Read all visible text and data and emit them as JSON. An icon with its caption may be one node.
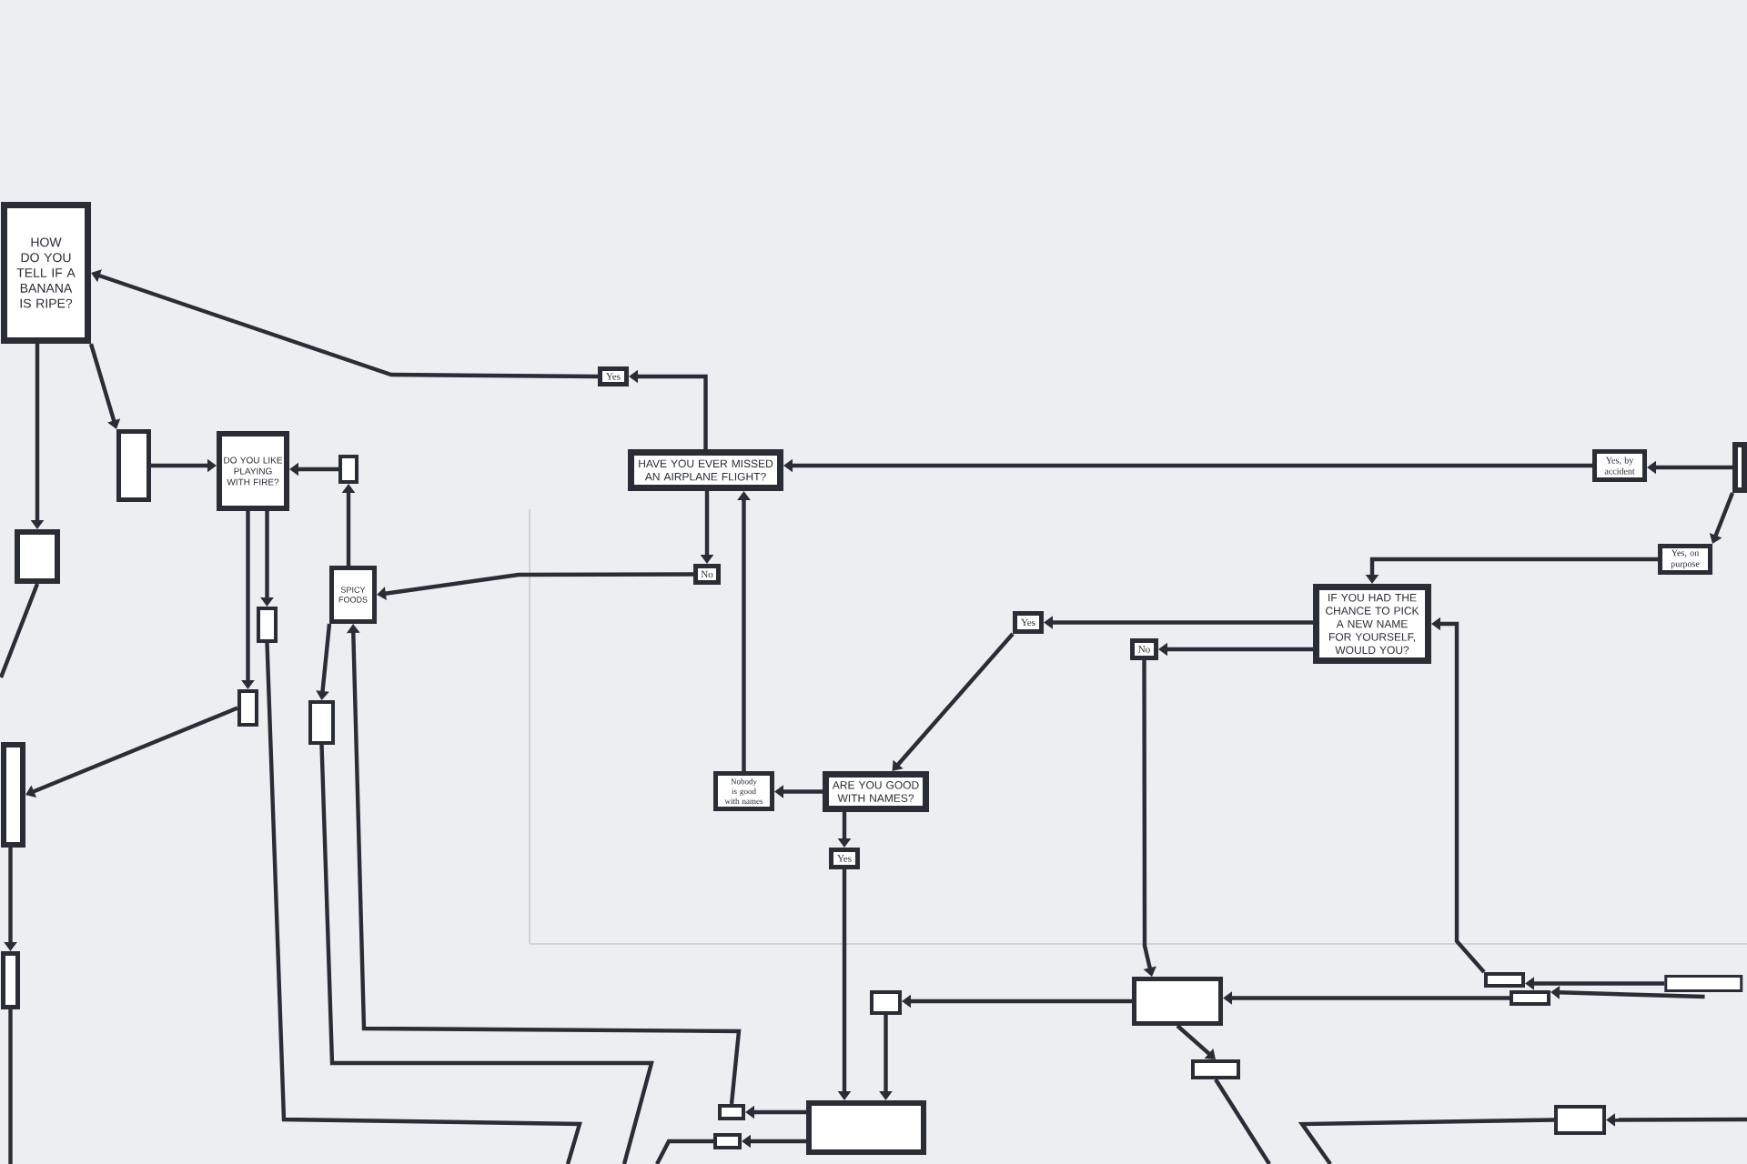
{
  "diagram": {
    "nodes": [
      {
        "text": [
          "HOW DO YOU TELL IF A BANANA IS RIPE?"
        ]
      },
      {
        "text": [
          "Yes"
        ]
      },
      {
        "text": [
          "HAVE YOU EVER MISSED AN AIRPLANE FLIGHT?"
        ]
      },
      {
        "text": [
          "No"
        ]
      },
      {
        "text": [
          "Yes, by accident"
        ]
      },
      {
        "text": [],
        "shape": "box"
      },
      {
        "text": [
          "Yes, on purpose"
        ]
      },
      {
        "text": [
          "IF YOU HAD THE CHANCE TO PICK A NEW NAME FOR YOURSELF, WOULD YOU?"
        ]
      },
      {
        "text": [
          "Yes"
        ]
      },
      {
        "text": [
          "No"
        ]
      },
      {
        "text": [
          "ARE YOU GOOD WITH NAMES?"
        ]
      },
      {
        "text": [
          "Nobody is good with names"
        ]
      },
      {
        "text": [
          "Yes"
        ]
      },
      {
        "text": [],
        "shape": "box"
      },
      {
        "text": [
          "DO YOU LIKE PLAYING WITH FIRE?"
        ]
      },
      {
        "text": [],
        "shape": "box"
      },
      {
        "text": [],
        "shape": "box"
      },
      {
        "text": [
          "SPICY FOODS"
        ]
      },
      {
        "text": [],
        "shape": "box"
      },
      {
        "text": [],
        "shape": "box"
      },
      {
        "text": [],
        "shape": "box"
      },
      {
        "text": [],
        "shape": "box"
      },
      {
        "text": [],
        "shape": "box"
      },
      {
        "text": [],
        "shape": "box"
      },
      {
        "text": [],
        "shape": "box"
      },
      {
        "text": [],
        "shape": "box"
      },
      {
        "text": [],
        "shape": "box"
      },
      {
        "text": [],
        "shape": "box"
      },
      {
        "text": [],
        "shape": "box"
      },
      {
        "text": [],
        "shape": "box"
      },
      {
        "text": [],
        "shape": "box"
      },
      {
        "text": [],
        "shape": "box"
      },
      {
        "text": [],
        "shape": "cylinder"
      }
    ],
    "edges": [
      {
        "from": 1,
        "to": 0,
        "arrow": "to"
      },
      {
        "from": 2,
        "to": 1,
        "arrow": "to"
      },
      {
        "from": 2,
        "to": 3,
        "arrow": "to"
      },
      {
        "from": 3,
        "to": 17,
        "arrow": "to"
      },
      {
        "from": 11,
        "to": 2,
        "arrow": "to"
      },
      {
        "from": 4,
        "to": 2,
        "arrow": "to"
      },
      {
        "from": 5,
        "to": 4,
        "arrow": "to"
      },
      {
        "from": 5,
        "to": 6,
        "arrow": "to"
      },
      {
        "from": 6,
        "to": 7,
        "arrow": "to"
      },
      {
        "from": 7,
        "to": 8,
        "arrow": "to"
      },
      {
        "from": 7,
        "to": 9,
        "arrow": "to"
      },
      {
        "from": 8,
        "to": 10,
        "arrow": "to"
      },
      {
        "from": 10,
        "to": 11,
        "arrow": "to"
      },
      {
        "from": 10,
        "to": 12,
        "arrow": "to"
      },
      {
        "from": 12,
        "to": 24,
        "arrow": "to"
      },
      {
        "from": 9,
        "to": 27,
        "arrow": "to"
      },
      {
        "from": 29,
        "to": 7,
        "arrow": "to"
      },
      {
        "from": 32,
        "to": 29,
        "arrow": "to"
      },
      {
        "from": 32,
        "to": 30,
        "arrow": "to"
      },
      {
        "from": 30,
        "to": 27,
        "arrow": "to"
      },
      {
        "from": 27,
        "to": 23,
        "arrow": "to"
      },
      {
        "from": 23,
        "to": 24,
        "arrow": "to"
      },
      {
        "from": 24,
        "to": 25,
        "arrow": "to"
      },
      {
        "from": 24,
        "to": 26,
        "arrow": "to"
      },
      {
        "from": 25,
        "to": 17,
        "arrow": "to"
      },
      {
        "from": 26,
        "to": null,
        "arrow": "none"
      },
      {
        "from": 20,
        "to": null,
        "arrow": "none"
      },
      {
        "from": 18,
        "to": null,
        "arrow": "none"
      },
      {
        "from": 0,
        "to": 15,
        "arrow": "to"
      },
      {
        "from": 0,
        "to": 16,
        "arrow": "to"
      },
      {
        "from": 15,
        "to": 14,
        "arrow": "to"
      },
      {
        "from": 13,
        "to": 14,
        "arrow": "to"
      },
      {
        "from": 17,
        "to": 13,
        "arrow": "to"
      },
      {
        "from": 14,
        "to": 19,
        "arrow": "to"
      },
      {
        "from": 14,
        "to": 18,
        "arrow": "to"
      },
      {
        "from": 17,
        "to": 20,
        "arrow": "to"
      },
      {
        "from": 19,
        "to": 21,
        "arrow": "to"
      },
      {
        "from": 16,
        "to": null,
        "arrow": "none"
      },
      {
        "from": 21,
        "to": 22,
        "arrow": "to"
      },
      {
        "from": 22,
        "to": null,
        "arrow": "none"
      },
      {
        "from": 27,
        "to": 28,
        "arrow": "to"
      },
      {
        "from": 28,
        "to": null,
        "arrow": "none"
      },
      {
        "from": null,
        "to": 31,
        "arrow": "to"
      },
      {
        "from": 31,
        "to": null,
        "arrow": "none"
      }
    ]
  }
}
